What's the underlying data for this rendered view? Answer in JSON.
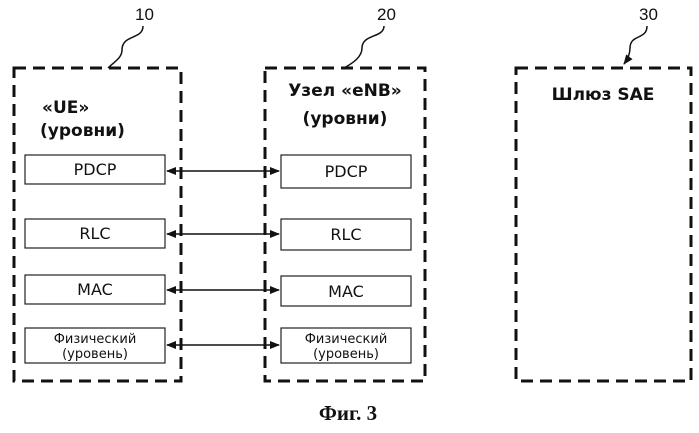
{
  "entities": {
    "ue": {
      "ref": "10",
      "title_line1": "«UE»",
      "title_line2": "(уровни)"
    },
    "enb": {
      "ref": "20",
      "title_line1": "Узел «eNB»",
      "title_line2": "(уровни)"
    },
    "gateway": {
      "ref": "30",
      "title_line1": "Шлюз SAE"
    }
  },
  "layers": [
    {
      "label": "PDCP"
    },
    {
      "label": "RLC"
    },
    {
      "label": "MAC"
    },
    {
      "label_line1": "Физический",
      "label_line2": "(уровень)"
    }
  ],
  "caption": "Фиг. 3"
}
